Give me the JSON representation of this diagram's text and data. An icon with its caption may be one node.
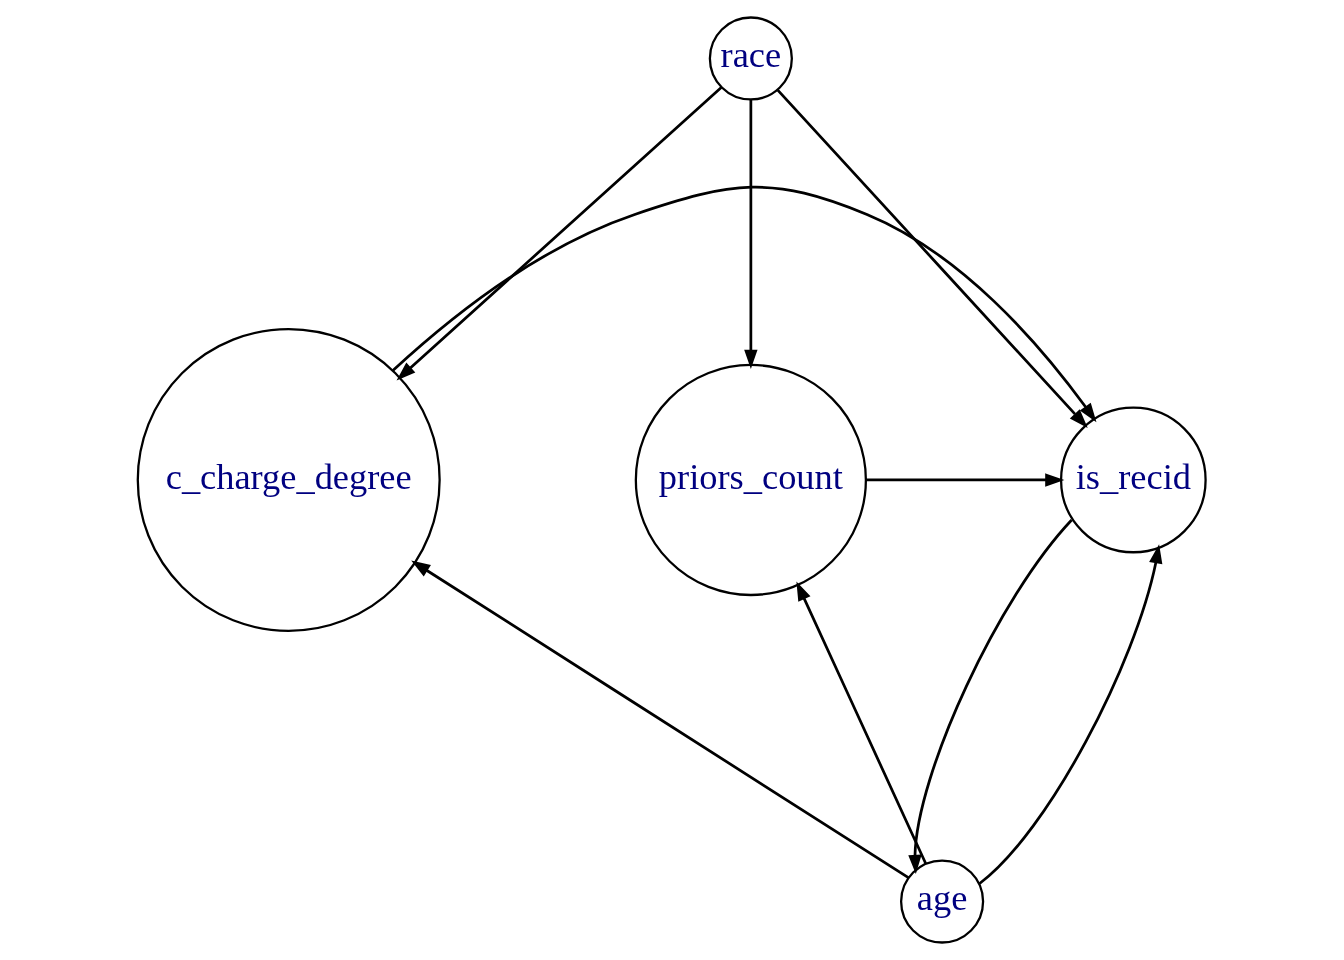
{
  "diagram": {
    "nodes": [
      {
        "text": [
          "race"
        ]
      },
      {
        "text": [
          "c_charge_degree"
        ]
      },
      {
        "text": [
          "is_recid"
        ]
      },
      {
        "text": [
          "priors_count"
        ]
      },
      {
        "text": [
          "age"
        ]
      }
    ],
    "edges": [
      {
        "from": 0,
        "to": 1,
        "arrow": "to"
      },
      {
        "from": 0,
        "to": 2,
        "arrow": "to"
      },
      {
        "from": 0,
        "to": 3,
        "arrow": "to"
      },
      {
        "from": 1,
        "to": 2,
        "arrow": "to"
      },
      {
        "from": 3,
        "to": 2,
        "arrow": "to"
      },
      {
        "from": 4,
        "to": 1,
        "arrow": "to"
      },
      {
        "from": 4,
        "to": 2,
        "arrow": "to"
      },
      {
        "from": 2,
        "to": 4,
        "arrow": "to"
      },
      {
        "from": 4,
        "to": 3,
        "arrow": "to"
      }
    ]
  }
}
